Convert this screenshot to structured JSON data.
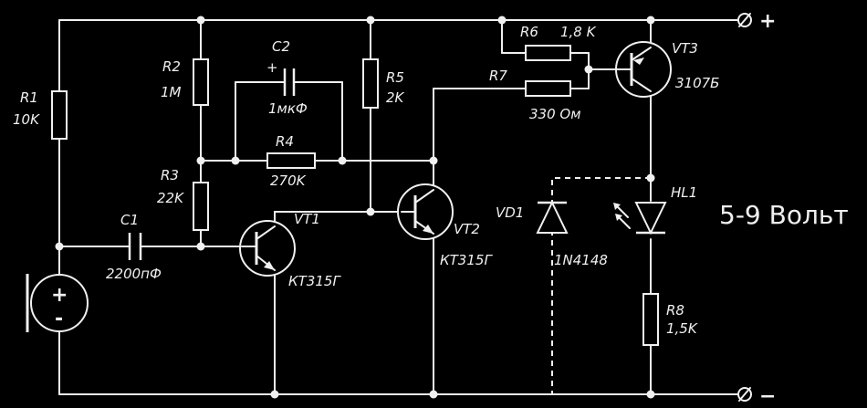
{
  "supply": {
    "plus": "+",
    "minus": "−",
    "voltage": "5-9 Вольт"
  },
  "mic": {
    "plus": "+",
    "minus": "-"
  },
  "components": {
    "R1": {
      "name": "R1",
      "value": "10K"
    },
    "R2": {
      "name": "R2",
      "value": "1M"
    },
    "R3": {
      "name": "R3",
      "value": "22K"
    },
    "R4": {
      "name": "R4",
      "value": "270K"
    },
    "R5": {
      "name": "R5",
      "value": "2K"
    },
    "R6": {
      "name": "R6",
      "value": "1,8 K"
    },
    "R7": {
      "name": "R7",
      "value": "330 Ом"
    },
    "R8": {
      "name": "R8",
      "value": "1,5K"
    },
    "C1": {
      "name": "C1",
      "value": "2200пФ"
    },
    "C2": {
      "name": "C2",
      "value": "1мкФ",
      "polarity": "+"
    },
    "VT1": {
      "name": "VT1",
      "value": "КТ315Г"
    },
    "VT2": {
      "name": "VT2",
      "value": "КТ315Г"
    },
    "VT3": {
      "name": "VT3",
      "value": "3107Б"
    },
    "VD1": {
      "name": "VD1",
      "value": "1N4148"
    },
    "HL1": {
      "name": "HL1"
    }
  }
}
